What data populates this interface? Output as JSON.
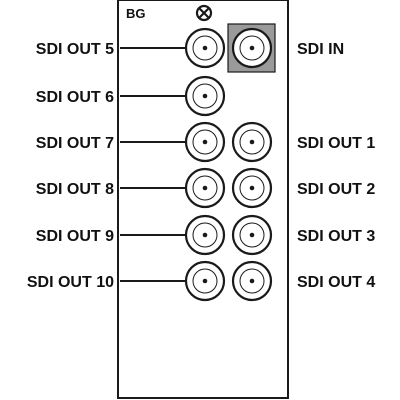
{
  "panel": {
    "title": "BG",
    "screw_icon": "x-circle-icon"
  },
  "colors": {
    "stroke": "#1a1a1a",
    "background": "#ffffff",
    "sdi_in_highlight": "#9a9a9a"
  },
  "connectors": {
    "sdi_in": {
      "label": "SDI IN"
    },
    "left": [
      {
        "label": "SDI OUT 5"
      },
      {
        "label": "SDI OUT 6"
      },
      {
        "label": "SDI OUT 7"
      },
      {
        "label": "SDI OUT 8"
      },
      {
        "label": "SDI OUT 9"
      },
      {
        "label": "SDI OUT 10"
      }
    ],
    "right": [
      {
        "label": "SDI OUT 1"
      },
      {
        "label": "SDI OUT 2"
      },
      {
        "label": "SDI OUT 3"
      },
      {
        "label": "SDI OUT 4"
      }
    ]
  }
}
